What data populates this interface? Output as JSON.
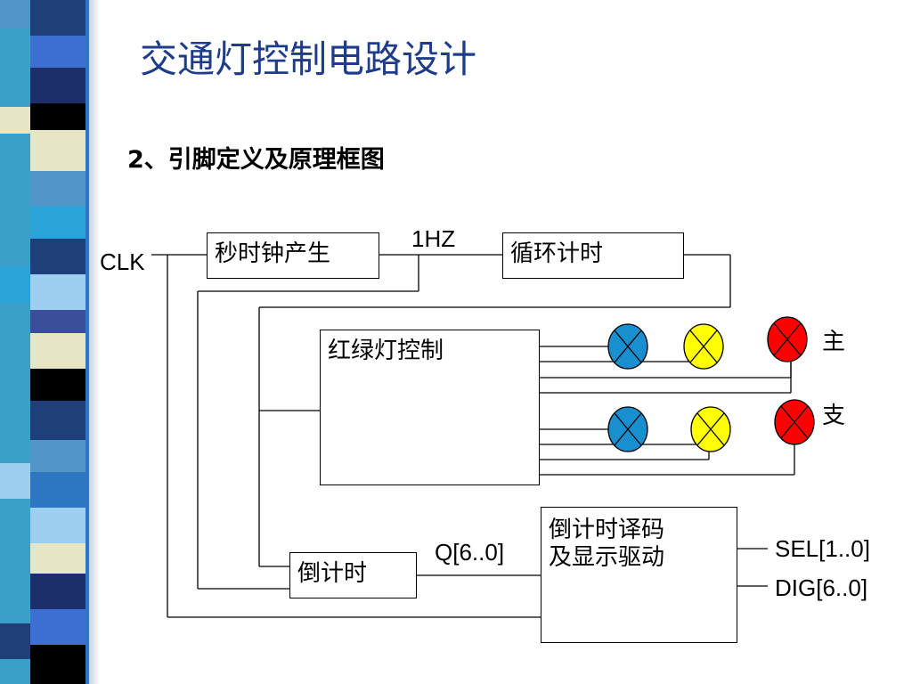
{
  "slide": {
    "title": "交通灯控制电路设计",
    "subtitle": "2、引脚定义及原理框图"
  },
  "diagram": {
    "blocks": {
      "clock_gen": "秒时钟产生",
      "cycle_timer": "循环计时",
      "light_control": "红绿灯控制",
      "countdown": "倒计时",
      "decoder_line1": "倒计时译码",
      "decoder_line2": "及显示驱动"
    },
    "signals": {
      "clk": "CLK",
      "one_hz": "1HZ",
      "q_bus": "Q[6..0]",
      "sel_bus": "SEL[1..0]",
      "dig_bus": "DIG[6..0]"
    },
    "roads": {
      "main": "主",
      "branch": "支"
    },
    "lamp_colors": {
      "blue": "#1a8fd0",
      "yellow": "#ffff00",
      "red": "#ff0000"
    },
    "stripe_colors": [
      "#2f6fb5",
      "#1e3f7a",
      "#e8e8c8",
      "#5aa5d8",
      "#000000",
      "#8cc4ea",
      "#3a4e9a"
    ]
  }
}
